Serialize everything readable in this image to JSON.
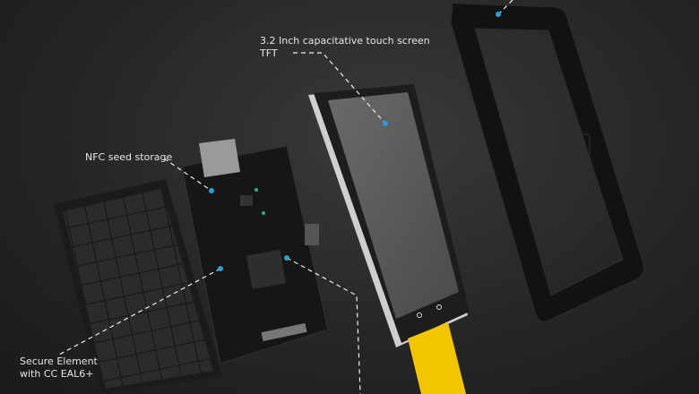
{
  "labels": {
    "nfc": "NFC seed storage",
    "screen_line1": "3.2 Inch capacitative touch screen",
    "screen_line2": "TFT",
    "secure_line1": "Secure Element",
    "secure_line2": "with CC EAL6+"
  },
  "colors": {
    "accent_dot": "#2a9fd6",
    "flex_cable": "#f2c500",
    "background": "#262626"
  }
}
